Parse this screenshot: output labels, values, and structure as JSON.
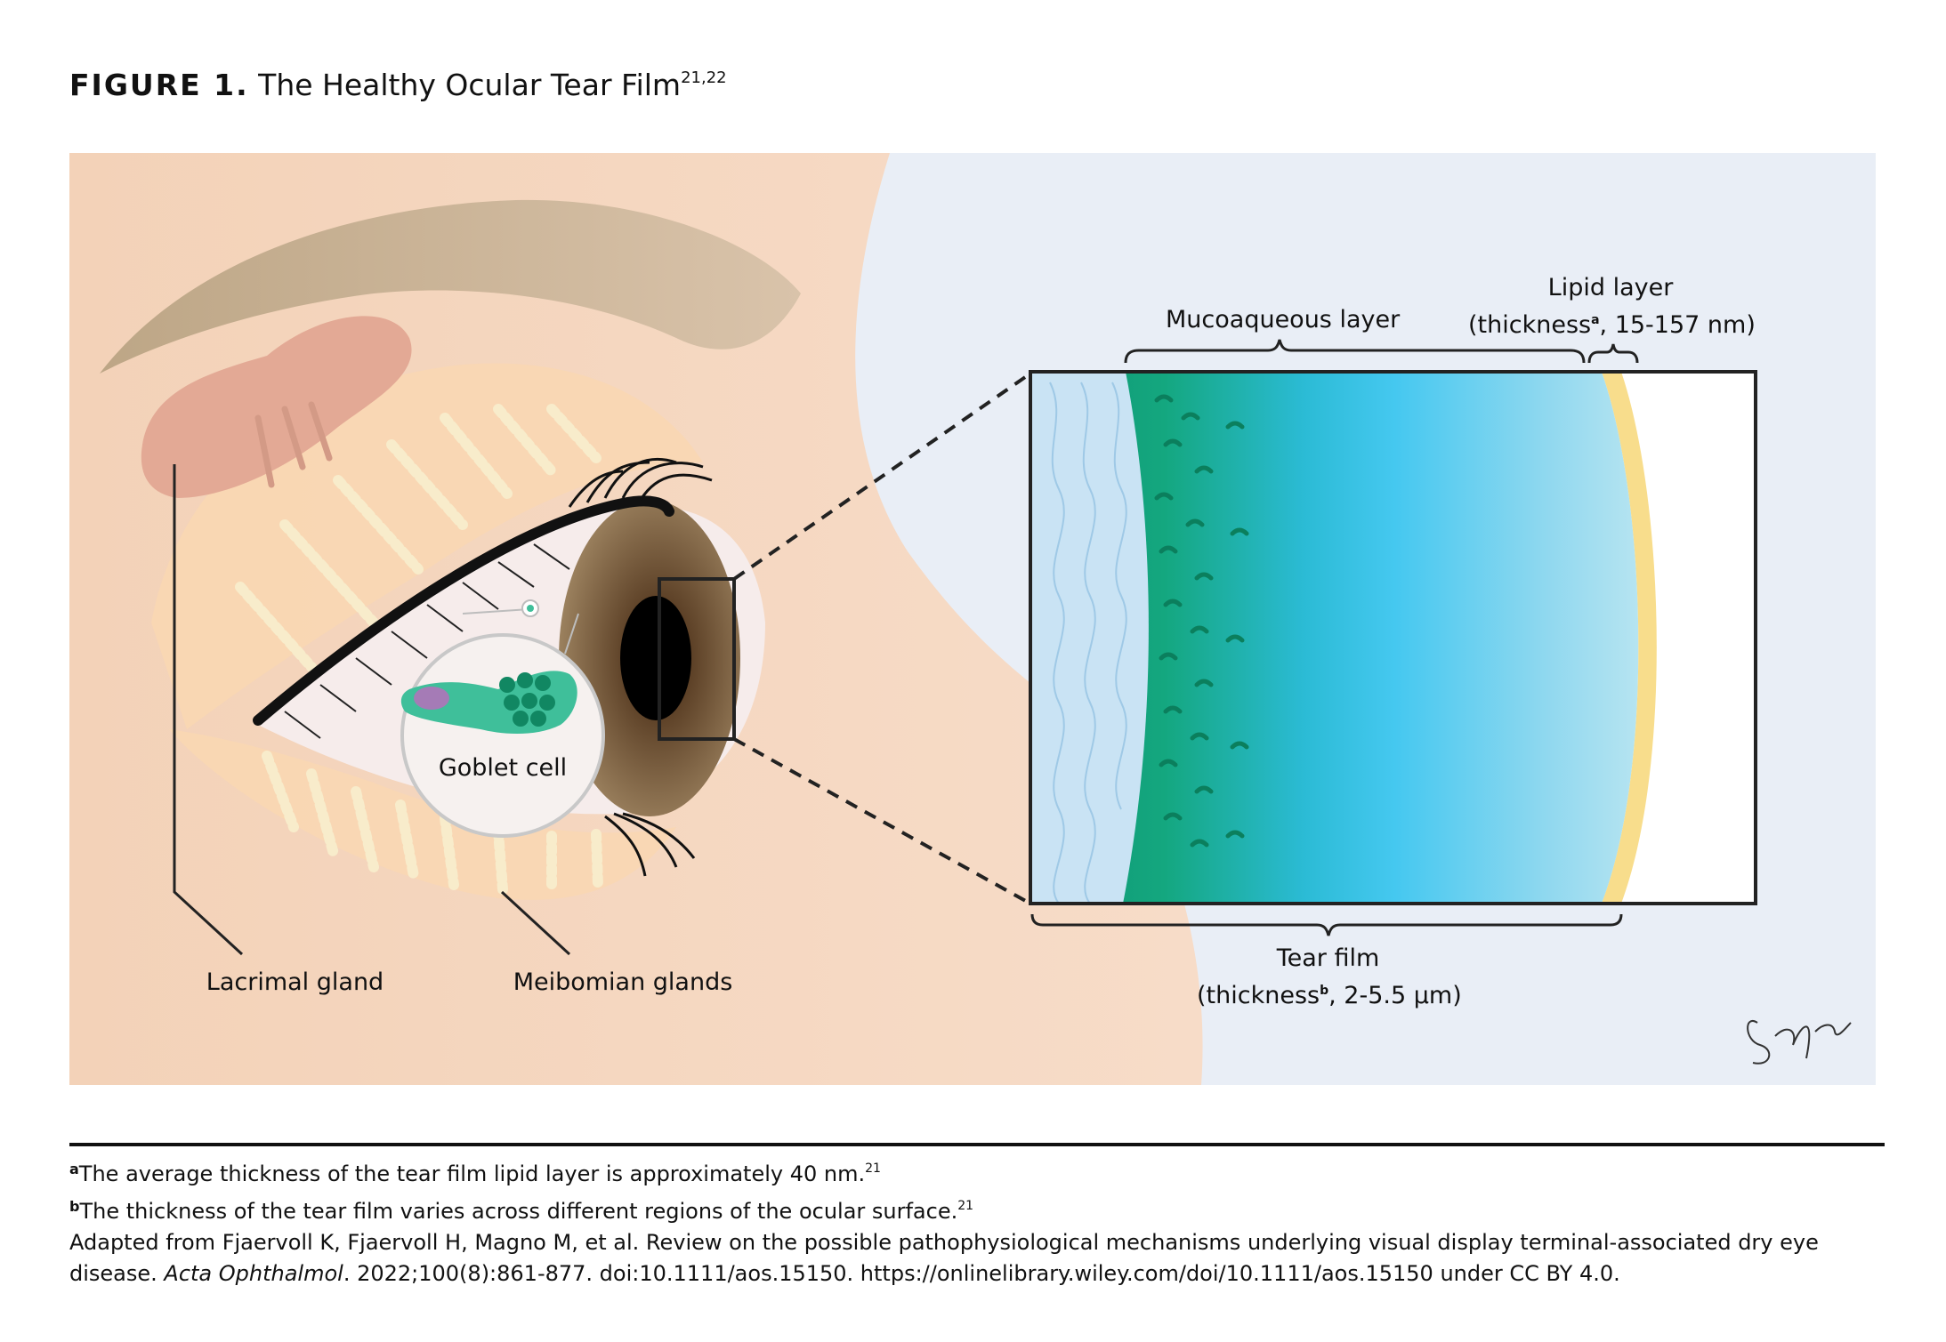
{
  "figure": {
    "label": "FIGURE 1.",
    "title": "The Healthy Ocular Tear Film",
    "title_refs": "21,22"
  },
  "labels": {
    "mucoaqueous": "Mucoaqueous layer",
    "lipid_line1": "Lipid layer",
    "lipid_line2_pre": "(thickness",
    "lipid_mark": "a",
    "lipid_line2_post": ", 15-157 nm)",
    "tearfilm_line1": "Tear film",
    "tearfilm_line2_pre": "(thickness",
    "tearfilm_mark": "b",
    "tearfilm_line2_post": ", 2-5.5 μm)",
    "goblet": "Goblet cell",
    "lacrimal": "Lacrimal gland",
    "meibomian": "Meibomian glands",
    "signature": "Sam Noland"
  },
  "footnotes": {
    "a_mark": "a",
    "a_text": "The average thickness of the tear film lipid layer is approximately 40 nm.",
    "a_ref": "21",
    "b_mark": "b",
    "b_text": "The thickness of the tear film varies across different regions of the ocular surface.",
    "b_ref": "21",
    "credit_pre": "Adapted from Fjaervoll K, Fjaervoll H, Magno M, et al. Review on the possible pathophysiological mechanisms underlying visual display terminal-associated dry eye disease. ",
    "credit_journal": "Acta Ophthalmol",
    "credit_post": ". 2022;100(8):861-877. doi:10.1111/aos.15150.  https://onlinelibrary.wiley.com/doi/10.1111/aos.15150 under CC BY 4.0."
  },
  "colors": {
    "skin": "#f5d5bd",
    "background_blue": "#e9eef6",
    "mucin_green": "#0f9e78",
    "aqueous_blue": "#3bc4ef",
    "lipid_yellow": "#f8dd8c",
    "iris_brown": "#7a5a3a",
    "eyebrow": "#c5ae90"
  }
}
